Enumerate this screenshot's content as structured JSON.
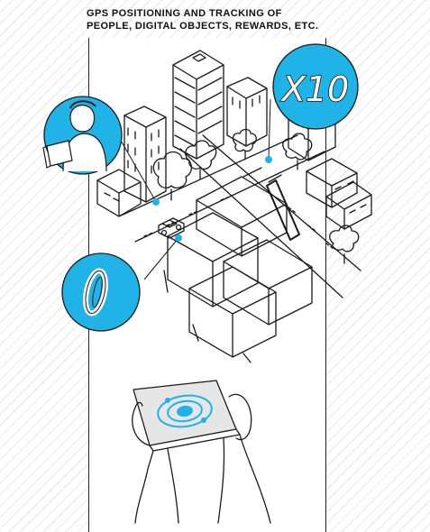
{
  "header": {
    "title_line1": "GPS POSITIONING AND TRACKING OF",
    "title_line2": "PEOPLE, DIGITAL OBJECTS, REWARDS, ETC."
  },
  "callouts": {
    "multiplier_label": "X10",
    "ring_icon": "ring-icon",
    "person_icon": "person-with-phone-icon"
  },
  "colors": {
    "accent": "#1fb3e8",
    "ink": "#1a1a1a",
    "stripe": "#f1f1f1"
  }
}
